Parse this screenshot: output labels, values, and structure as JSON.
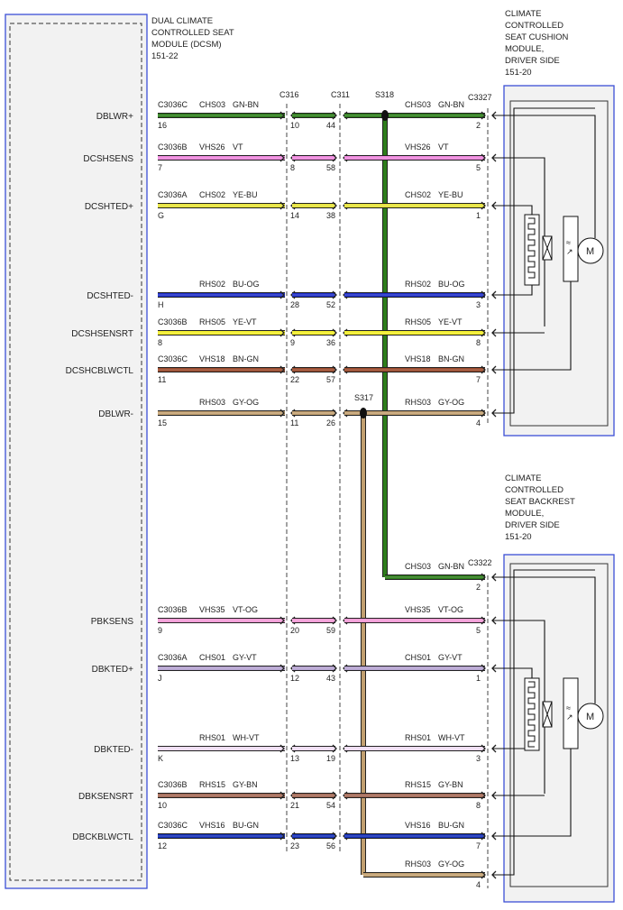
{
  "module_left": {
    "title_lines": [
      "DUAL CLIMATE",
      "CONTROLLED SEAT",
      "MODULE (DCSM)",
      "151-22"
    ]
  },
  "module_cushion": {
    "title_lines": [
      "CLIMATE",
      "CONTROLLED",
      "SEAT CUSHION",
      "MODULE,",
      "DRIVER SIDE",
      "151-20"
    ],
    "motor_label": "M"
  },
  "module_backrest": {
    "title_lines": [
      "CLIMATE",
      "CONTROLLED",
      "SEAT BACKREST",
      "MODULE,",
      "DRIVER SIDE",
      "151-20"
    ],
    "motor_label": "M"
  },
  "connectors": {
    "c316": "C316",
    "c311": "C311",
    "c3327": "C3327",
    "c3322": "C3322"
  },
  "splices": {
    "s318": "S318",
    "s317": "S317"
  },
  "colors": {
    "GN-BN": "#2e7d1b",
    "VT": "#ee88dd",
    "YE-BU": "#e6e23a",
    "BU-OG": "#1f2fc8",
    "YE-VT": "#f2ee2a",
    "BN-GN": "#9a4a2c",
    "GY-OG": "#c2a070",
    "VT-OG": "#f29ad6",
    "GY-VT": "#b5a3d0",
    "WH-VT": "#eedcf2",
    "GY-BN": "#a26a56",
    "BU-GN": "#1530b8",
    "box_border": "#3b4fd6",
    "box_fill": "#f2f2f2"
  },
  "circuits": [
    {
      "signal": "DBLWR+",
      "conn": "C3036C",
      "pin_left": "16",
      "circuit": "CHS03",
      "color": "GN-BN",
      "pin_c316": "10",
      "pin_c311": "44",
      "circuit_r": "CHS03",
      "color_r": "GN-BN",
      "pin_right": "2"
    },
    {
      "signal": "DCSHSENS",
      "conn": "C3036B",
      "pin_left": "7",
      "circuit": "VHS26",
      "color": "VT",
      "pin_c316": "8",
      "pin_c311": "58",
      "circuit_r": "VHS26",
      "color_r": "VT",
      "pin_right": "5"
    },
    {
      "signal": "DCSHTED+",
      "conn": "C3036A",
      "pin_left": "G",
      "circuit": "CHS02",
      "color": "YE-BU",
      "pin_c316": "14",
      "pin_c311": "38",
      "circuit_r": "CHS02",
      "color_r": "YE-BU",
      "pin_right": "1"
    },
    {
      "signal": "DCSHTED-",
      "conn": "",
      "pin_left": "H",
      "circuit": "RHS02",
      "color": "BU-OG",
      "pin_c316": "28",
      "pin_c311": "52",
      "circuit_r": "RHS02",
      "color_r": "BU-OG",
      "pin_right": "3"
    },
    {
      "signal": "DCSHSENSRT",
      "conn": "C3036B",
      "pin_left": "8",
      "circuit": "RHS05",
      "color": "YE-VT",
      "pin_c316": "9",
      "pin_c311": "36",
      "circuit_r": "RHS05",
      "color_r": "YE-VT",
      "pin_right": "8"
    },
    {
      "signal": "DCSHCBLWCTL",
      "conn": "C3036C",
      "pin_left": "11",
      "circuit": "VHS18",
      "color": "BN-GN",
      "pin_c316": "22",
      "pin_c311": "57",
      "circuit_r": "VHS18",
      "color_r": "BN-GN",
      "pin_right": "7"
    },
    {
      "signal": "DBLWR-",
      "conn": "",
      "pin_left": "15",
      "circuit": "RHS03",
      "color": "GY-OG",
      "pin_c316": "11",
      "pin_c311": "26",
      "circuit_r": "RHS03",
      "color_r": "GY-OG",
      "pin_right": "4"
    },
    {
      "signal": "PBKSENS",
      "conn": "C3036B",
      "pin_left": "9",
      "circuit": "VHS35",
      "color": "VT-OG",
      "pin_c316": "20",
      "pin_c311": "59",
      "circuit_r": "VHS35",
      "color_r": "VT-OG",
      "pin_right": "5"
    },
    {
      "signal": "DBKTED+",
      "conn": "C3036A",
      "pin_left": "J",
      "circuit": "CHS01",
      "color": "GY-VT",
      "pin_c316": "12",
      "pin_c311": "43",
      "circuit_r": "CHS01",
      "color_r": "GY-VT",
      "pin_right": "1"
    },
    {
      "signal": "DBKTED-",
      "conn": "",
      "pin_left": "K",
      "circuit": "RHS01",
      "color": "WH-VT",
      "pin_c316": "13",
      "pin_c311": "19",
      "circuit_r": "RHS01",
      "color_r": "WH-VT",
      "pin_right": "3"
    },
    {
      "signal": "DBKSENSRT",
      "conn": "C3036B",
      "pin_left": "10",
      "circuit": "RHS15",
      "color": "GY-BN",
      "pin_c316": "21",
      "pin_c311": "54",
      "circuit_r": "RHS15",
      "color_r": "GY-BN",
      "pin_right": "8"
    },
    {
      "signal": "DBCKBLWCTL",
      "conn": "C3036C",
      "pin_left": "12",
      "circuit": "VHS16",
      "color": "BU-GN",
      "pin_c316": "23",
      "pin_c311": "56",
      "circuit_r": "VHS16",
      "color_r": "BU-GN",
      "pin_right": "7"
    }
  ],
  "backrest_feeds": [
    {
      "circuit": "CHS03",
      "color": "GN-BN",
      "pin": "2"
    },
    {
      "circuit": "RHS03",
      "color": "GY-OG",
      "pin": "4"
    }
  ]
}
